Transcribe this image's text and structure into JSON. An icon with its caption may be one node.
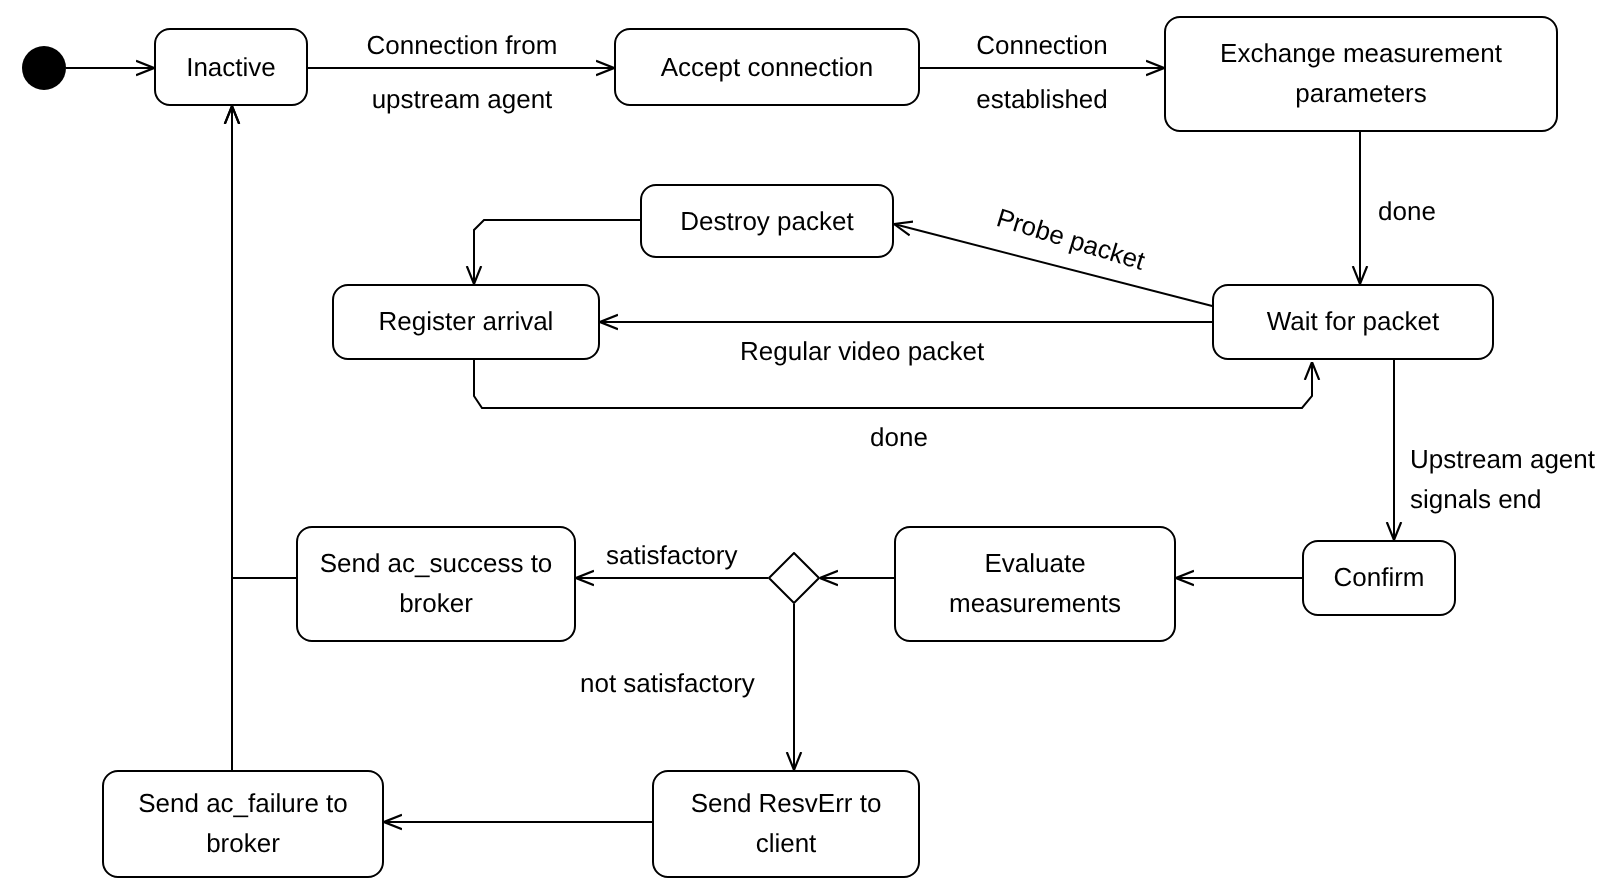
{
  "diagram": {
    "nodes": [
      {
        "text": [],
        "shape": "circle"
      },
      {
        "text": [
          "Inactive"
        ]
      },
      {
        "text": [
          "Accept connection"
        ]
      },
      {
        "text": [
          "Exchange measurement parameters"
        ]
      },
      {
        "text": [
          "Destroy packet"
        ]
      },
      {
        "text": [
          "Register arrival"
        ]
      },
      {
        "text": [
          "Wait for packet"
        ]
      },
      {
        "text": [
          "Confirm"
        ]
      },
      {
        "text": [
          "Evaluate measurements"
        ]
      },
      {
        "text": [],
        "shape": "diamond"
      },
      {
        "text": [
          "Send ac_success to broker"
        ]
      },
      {
        "text": [
          "Send ResvErr to client"
        ]
      },
      {
        "text": [
          "Send ac_failure to broker"
        ]
      }
    ],
    "edges": [
      {
        "from": 0,
        "to": 1,
        "arrow": "to"
      },
      {
        "from": 1,
        "to": 2,
        "arrow": "to",
        "label": "Connection from upstream agent"
      },
      {
        "from": 2,
        "to": 3,
        "arrow": "to",
        "label": "Connection established"
      },
      {
        "from": 3,
        "to": 6,
        "arrow": "to",
        "label": "done"
      },
      {
        "from": 6,
        "to": 4,
        "arrow": "to",
        "label": "Probe packet"
      },
      {
        "from": 6,
        "to": 5,
        "arrow": "to",
        "label": "Regular video packet"
      },
      {
        "from": 5,
        "to": 6,
        "arrow": "to",
        "label": "done"
      },
      {
        "from": 4,
        "to": 5,
        "arrow": "to"
      },
      {
        "from": 6,
        "to": 7,
        "arrow": "to",
        "label": "Upstream agent signals end"
      },
      {
        "from": 7,
        "to": 8,
        "arrow": "to"
      },
      {
        "from": 8,
        "to": 9,
        "arrow": "to"
      },
      {
        "from": 9,
        "to": 10,
        "arrow": "to",
        "label": "satisfactory"
      },
      {
        "from": 9,
        "to": 11,
        "arrow": "to",
        "label": "not satisfactory"
      },
      {
        "from": 11,
        "to": 12,
        "arrow": "to"
      },
      {
        "from": 10,
        "to": 1,
        "arrow": "to"
      },
      {
        "from": 12,
        "to": 1,
        "arrow": "to"
      }
    ]
  }
}
